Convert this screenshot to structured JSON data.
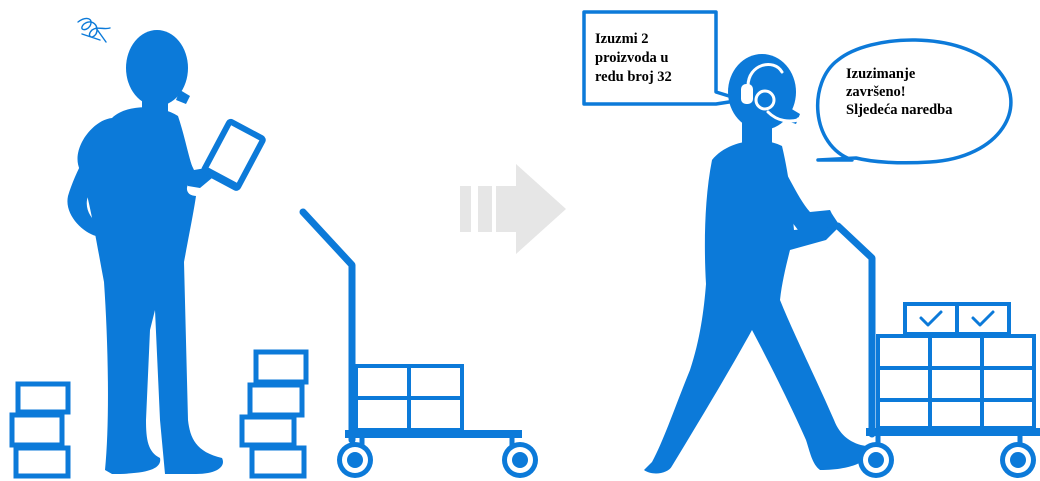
{
  "colors": {
    "figure": "#0c7ad9",
    "arrow": "#e6e6e6",
    "background": "#ffffff"
  },
  "left_scene": {
    "scribble_icon": "scribble-icon",
    "tablet_icon": "tablet-icon"
  },
  "right_scene": {
    "headset_icon": "headset-icon",
    "checked_boxes": 2,
    "instruction_bubble": {
      "lines": [
        "Izuzmi 2",
        "proizvoda u",
        "redu broj 32"
      ]
    },
    "confirmation_bubble": {
      "lines": [
        "Izuzimanje",
        "završeno!",
        "Sljedeća naredba"
      ]
    }
  },
  "transition_icon": "right-arrow-icon"
}
